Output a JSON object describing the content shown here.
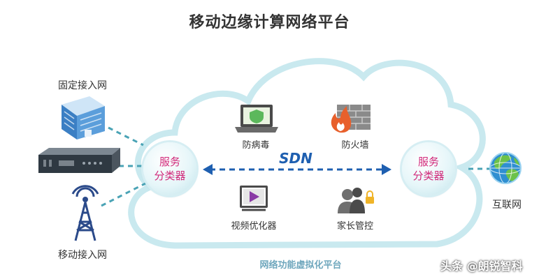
{
  "title": "移动边缘计算网络平台",
  "left": {
    "fixed_access": "固定接入网",
    "mobile_access": "移动接入网"
  },
  "classifier_left": {
    "line1": "服务",
    "line2": "分类器"
  },
  "classifier_right": {
    "line1": "服务",
    "line2": "分类器"
  },
  "sdn": "SDN",
  "functions": {
    "antivirus": "防病毒",
    "firewall": "防火墙",
    "video_optimizer": "视频优化器",
    "parental_control": "家长管控"
  },
  "internet": "互联网",
  "platform": "网络功能虚拟化平台",
  "watermark": "头条 @朗锐智科",
  "colors": {
    "accent": "#d1297a",
    "sdn": "#1e5fb0",
    "cloud_border": "#bfe3ea",
    "dash": "#4aa3b5"
  }
}
